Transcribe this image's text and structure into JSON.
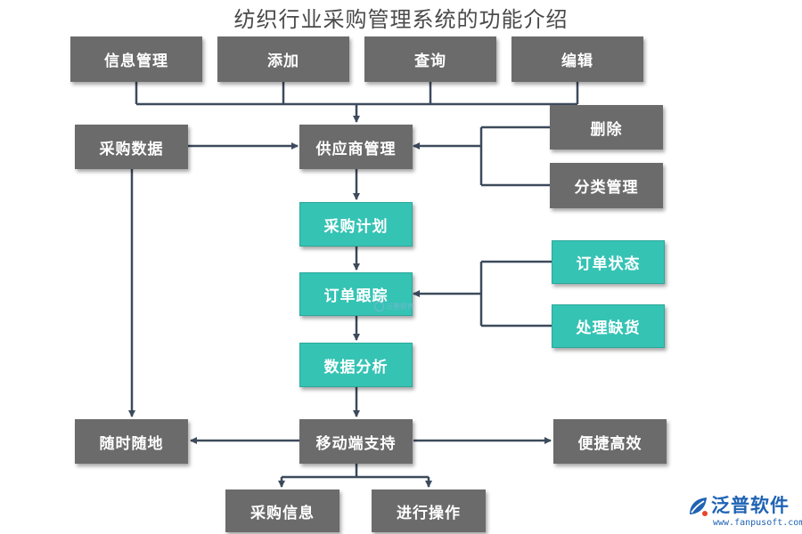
{
  "title": "纺织行业采购管理系统的功能介绍",
  "colors": {
    "gray": "#6b6b6b",
    "teal": "#35c3b4",
    "line": "#3d4a5c",
    "brand": "#1f63b4"
  },
  "top_row": {
    "info": "信息管理",
    "add": "添加",
    "query": "查询",
    "edit": "编辑"
  },
  "left": {
    "purchase_data": "采购数据",
    "anytime": "随时随地"
  },
  "center": {
    "supplier": "供应商管理",
    "plan": "采购计划",
    "tracking": "订单跟踪",
    "analysis": "数据分析",
    "mobile": "移动端支持"
  },
  "right": {
    "delete": "删除",
    "category": "分类管理",
    "order_status": "订单状态",
    "shortage": "处理缺货",
    "efficient": "便捷高效"
  },
  "bottom": {
    "purchase_info": "采购信息",
    "operate": "进行操作"
  },
  "watermark": "泛普软件",
  "logo": {
    "name": "泛普软件",
    "url": "www.fanpusoft.com",
    "icon": "leaf-logo-icon"
  }
}
